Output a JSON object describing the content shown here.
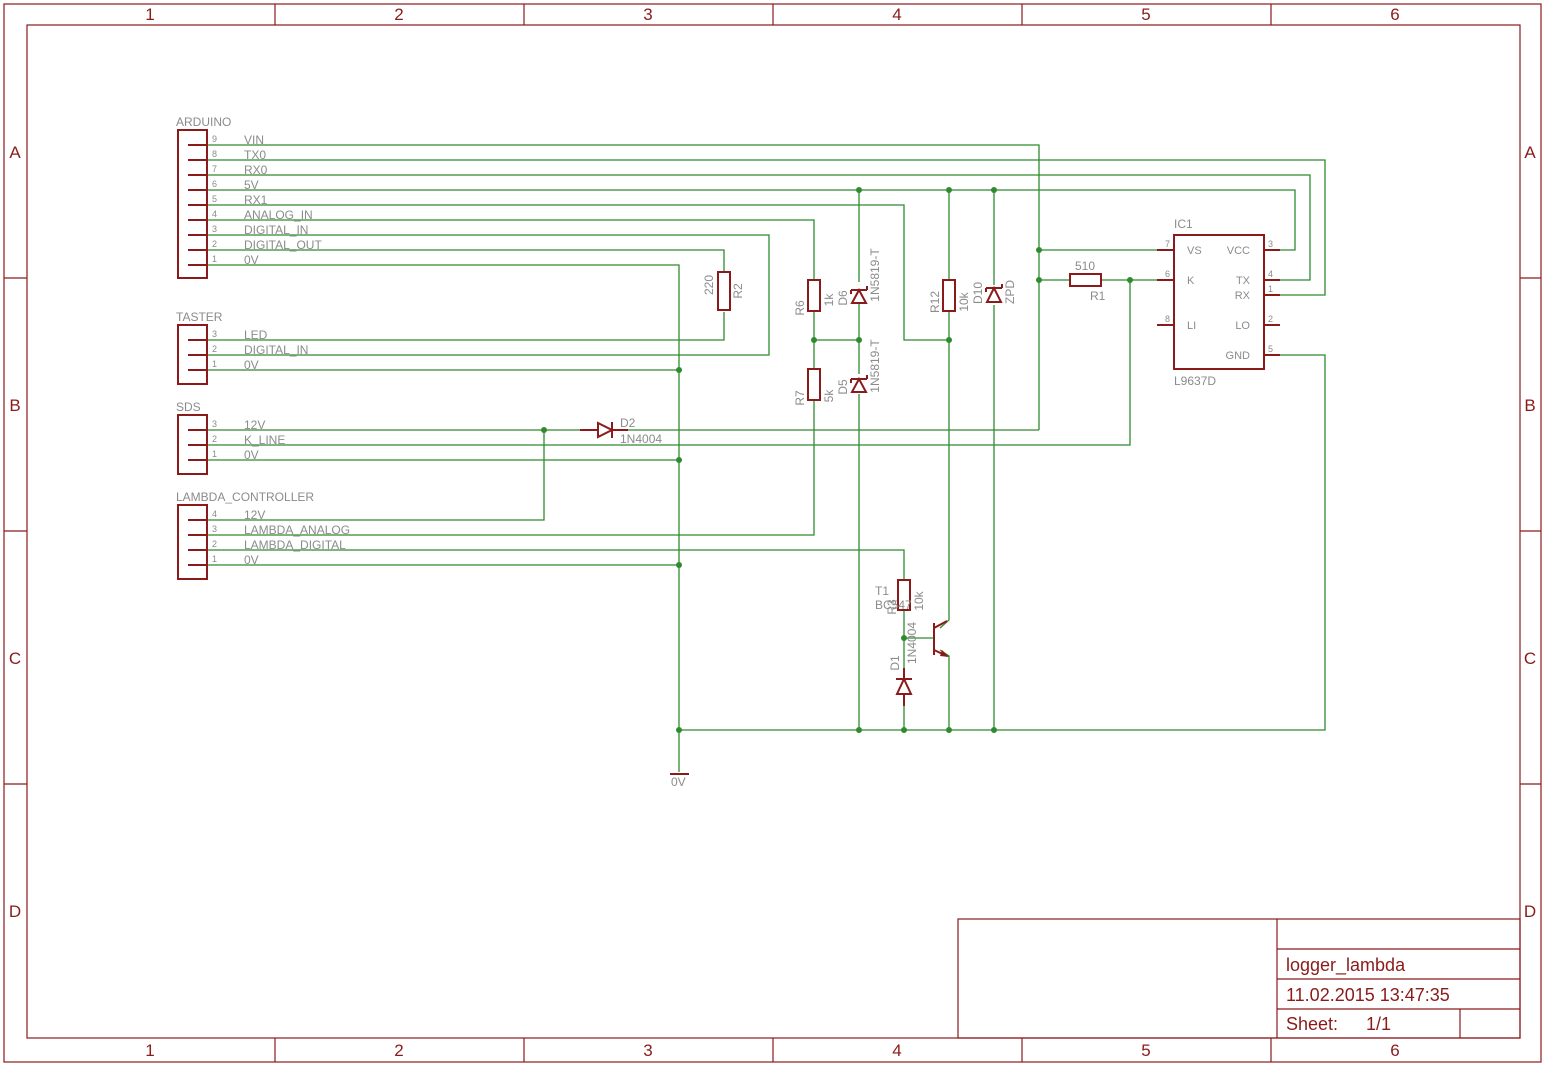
{
  "frame": {
    "columns": [
      "1",
      "2",
      "3",
      "4",
      "5",
      "6"
    ],
    "rows": [
      "A",
      "B",
      "C",
      "D"
    ]
  },
  "connectors": {
    "arduino": {
      "name": "ARDUINO",
      "pins": [
        {
          "num": "9",
          "label": "VIN"
        },
        {
          "num": "8",
          "label": "TX0"
        },
        {
          "num": "7",
          "label": "RX0"
        },
        {
          "num": "6",
          "label": "5V"
        },
        {
          "num": "5",
          "label": "RX1"
        },
        {
          "num": "4",
          "label": "ANALOG_IN"
        },
        {
          "num": "3",
          "label": "DIGITAL_IN"
        },
        {
          "num": "2",
          "label": "DIGITAL_OUT"
        },
        {
          "num": "1",
          "label": "0V"
        }
      ]
    },
    "taster": {
      "name": "TASTER",
      "pins": [
        {
          "num": "3",
          "label": "LED"
        },
        {
          "num": "2",
          "label": "DIGITAL_IN"
        },
        {
          "num": "1",
          "label": "0V"
        }
      ]
    },
    "sds": {
      "name": "SDS",
      "pins": [
        {
          "num": "3",
          "label": "12V"
        },
        {
          "num": "2",
          "label": "K_LINE"
        },
        {
          "num": "1",
          "label": "0V"
        }
      ]
    },
    "lambda": {
      "name": "LAMBDA_CONTROLLER",
      "pins": [
        {
          "num": "4",
          "label": "12V"
        },
        {
          "num": "3",
          "label": "LAMBDA_ANALOG"
        },
        {
          "num": "2",
          "label": "LAMBDA_DIGITAL"
        },
        {
          "num": "1",
          "label": "0V"
        }
      ]
    }
  },
  "parts": {
    "r1": {
      "ref": "R1",
      "value": "510"
    },
    "r2": {
      "ref": "R2",
      "value": "220"
    },
    "r3": {
      "ref": "R3",
      "value": "10k"
    },
    "r6": {
      "ref": "R6",
      "value": "1k"
    },
    "r7": {
      "ref": "R7",
      "value": "5k"
    },
    "r12": {
      "ref": "R12",
      "value": "10k"
    },
    "d1": {
      "ref": "D1",
      "value": "1N4004"
    },
    "d2": {
      "ref": "D2",
      "value": "1N4004"
    },
    "d5": {
      "ref": "D5",
      "value": "1N5819-T"
    },
    "d6": {
      "ref": "D6",
      "value": "1N5819-T"
    },
    "d10": {
      "ref": "D10",
      "value": "ZPD"
    },
    "t1": {
      "ref": "T1",
      "value": "BC547"
    },
    "gnd": {
      "value": "0V"
    },
    "ic1": {
      "ref": "IC1",
      "value": "L9637D",
      "pins": {
        "vs": {
          "num": "7",
          "name": "VS"
        },
        "k": {
          "num": "6",
          "name": "K"
        },
        "li": {
          "num": "8",
          "name": "LI"
        },
        "vcc": {
          "num": "3",
          "name": "VCC"
        },
        "tx": {
          "num": "4",
          "name": "TX"
        },
        "rx": {
          "num": "1",
          "name": "RX"
        },
        "lo": {
          "num": "2",
          "name": "LO"
        },
        "gnd": {
          "num": "5",
          "name": "GND"
        }
      }
    }
  },
  "title_block": {
    "name": "logger_lambda",
    "date": "11.02.2015 13:47:35",
    "sheet_label": "Sheet:",
    "sheet_value": "1/1"
  }
}
